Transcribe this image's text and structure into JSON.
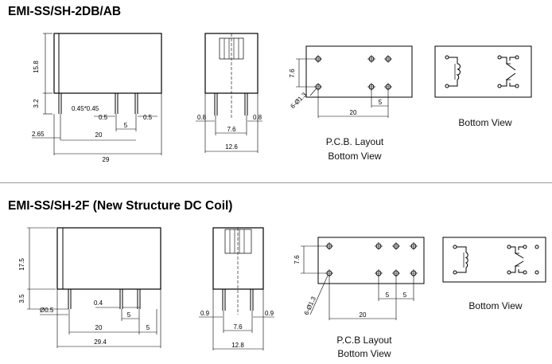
{
  "section1": {
    "title": "EMI-SS/SH-2DB/AB",
    "side": {
      "h_body": "15.8",
      "h_pin": "3.2",
      "pin_size": "0.45*0.45",
      "w1": "0.5",
      "w2": "0.5",
      "pitch": "5",
      "off": "2.65",
      "span": "20",
      "len": "29"
    },
    "end": {
      "d1": "0.8",
      "d2": "0.8",
      "pitch": "7.6",
      "w": "12.6"
    },
    "pcb": {
      "h": "7.6",
      "hole": "6-Ø1.3",
      "pitch": "5",
      "span": "20",
      "caption1": "P.C.B.  Layout",
      "caption2": "Bottom View"
    },
    "bottom_caption": "Bottom  View"
  },
  "section2": {
    "title": "EMI-SS/SH-2F (New Structure DC Coil)",
    "side": {
      "h_body": "17.5",
      "h_pin": "3.5",
      "pin_d": "Ø0.5",
      "w1": "0.4",
      "pitch1": "5",
      "span": "20",
      "pitch2": "5",
      "len": "29.4"
    },
    "end": {
      "d1": "0.9",
      "d2": "0.9",
      "pitch": "7.6",
      "w": "12.8"
    },
    "pcb": {
      "h": "7.6",
      "hole": "6-Ø1.3",
      "pitch1": "5",
      "pitch2": "5",
      "span": "20",
      "caption1": "P.C.B Layout",
      "caption2": "Bottom View"
    },
    "bottom_caption": "Bottom View"
  }
}
